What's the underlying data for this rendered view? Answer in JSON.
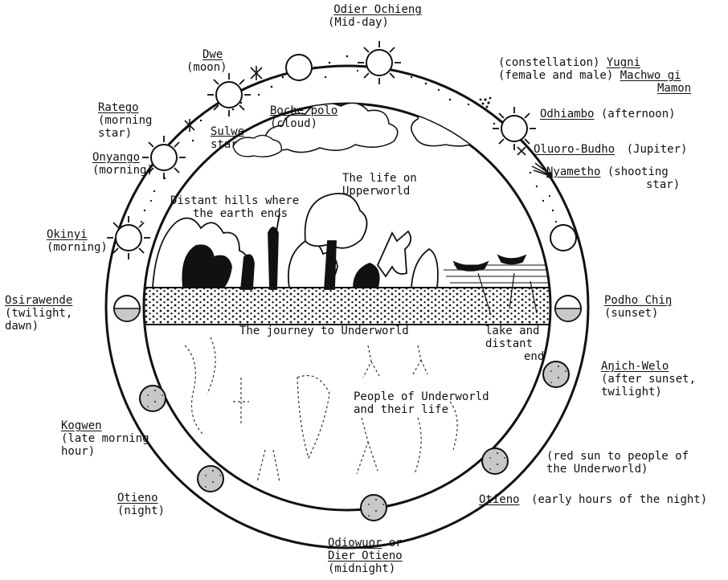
{
  "labels": {
    "odier_ochieng": {
      "name": "Odier Ochieng",
      "desc": "(Mid-day)"
    },
    "dwe": {
      "name": "Dwe",
      "desc": "(moon)"
    },
    "yugni": {
      "prefix": "(constellation) ",
      "name": "Yugni",
      "line2": "(female and male) ",
      "name2": "Machwo gi",
      "name3": "Mamon"
    },
    "odhiambo": {
      "name": "Odhiambo",
      "desc": "(afternoon)"
    },
    "ratego": {
      "name": "Ratego",
      "line2": "(morning",
      "line3": "star)"
    },
    "boche_polo": {
      "name": "Boche polo",
      "desc": "(cloud)"
    },
    "sulwe": {
      "name": "Sulwe",
      "desc": "star"
    },
    "oluoro": {
      "name": "Oluoro-Budho",
      "desc": "(Jupiter)"
    },
    "onyango": {
      "name": "Onyango",
      "desc": "(morning)"
    },
    "nyametho": {
      "name": "Nyametho",
      "desc": "(shooting",
      "desc2": "star)"
    },
    "life_upper": {
      "line1": "The life on",
      "line2": "Upperworld"
    },
    "hills": {
      "line1": "Distant hills where",
      "line2": "the earth ends"
    },
    "okinyi": {
      "name": "Okinyi",
      "desc": "(morning)"
    },
    "osirawende": {
      "name": "Osirawende",
      "line2": "(twilight,",
      "line3": "dawn)"
    },
    "podho": {
      "name": "Podho Chiŋ",
      "desc": "(sunset)"
    },
    "journey": {
      "text": "The journey to Underworld"
    },
    "lake": {
      "line1": "lake and",
      "line2": "distant",
      "line3": "end"
    },
    "angich": {
      "name": "Aŋich-Welo",
      "line2": "(after sunset,",
      "line3": "twilight)"
    },
    "people": {
      "line1": "People of Underworld",
      "line2": "and their life"
    },
    "kogwen": {
      "name": "Kogwen",
      "line2": "(late morning",
      "line3": "hour)"
    },
    "red_sun": {
      "line1": "(red sun to people of",
      "line2": "the Underworld)"
    },
    "otieno_night": {
      "name": "Otieno",
      "desc": "(night)"
    },
    "otieno_early": {
      "name": "Otieno",
      "desc": "(early hours of the night)"
    },
    "odiowuor": {
      "name": "Odiowuor",
      "suffix": " or",
      "name2": "Dier Otieno",
      "desc": "(midnight)"
    }
  },
  "colors": {
    "ink": "#111111",
    "moon_fill": "#c8c8c8",
    "paper": "#ffffff"
  },
  "icons": [
    "sun-icon",
    "moon-icon",
    "star-icon",
    "cloud-icon",
    "shooting-star-icon",
    "boat-icon"
  ]
}
